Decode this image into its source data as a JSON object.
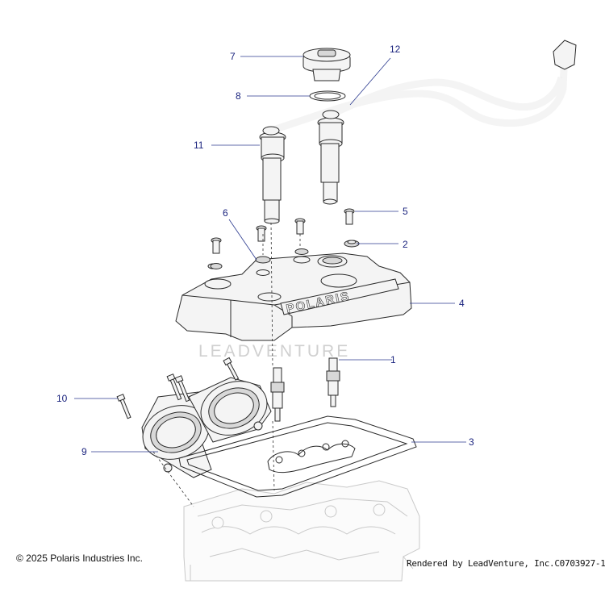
{
  "diagram": {
    "watermark": "LEADVENTURE",
    "cover_logo": "POLARIS",
    "callouts": [
      {
        "id": "1",
        "label": "1"
      },
      {
        "id": "2",
        "label": "2"
      },
      {
        "id": "3",
        "label": "3"
      },
      {
        "id": "4",
        "label": "4"
      },
      {
        "id": "5",
        "label": "5"
      },
      {
        "id": "6",
        "label": "6"
      },
      {
        "id": "7",
        "label": "7"
      },
      {
        "id": "8",
        "label": "8"
      },
      {
        "id": "9",
        "label": "9"
      },
      {
        "id": "10",
        "label": "10"
      },
      {
        "id": "11",
        "label": "11"
      },
      {
        "id": "12",
        "label": "12"
      }
    ]
  },
  "footer": {
    "copyright": "© 2025 Polaris Industries Inc.",
    "rendered": "Rendered by LeadVenture, Inc.C0703927-11"
  },
  "colors": {
    "callout": "#1a237e",
    "leader": "#2b3a8f",
    "outline": "#2a2a2a",
    "part_fill": "#f4f4f4",
    "ghost_outline": "#c9c9c9",
    "watermark": "#d0d0d0"
  }
}
